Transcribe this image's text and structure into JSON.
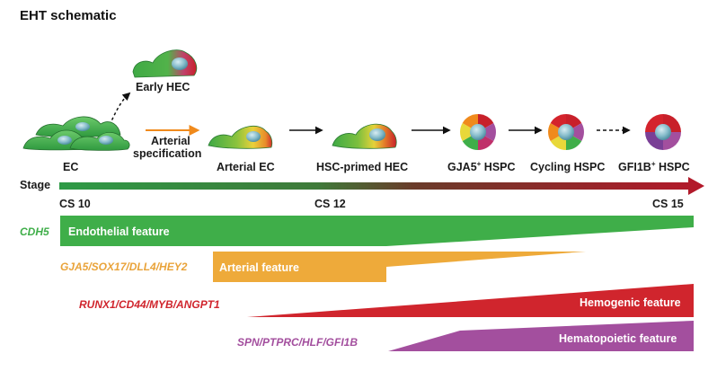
{
  "title": "EHT schematic",
  "stages": {
    "ec": "EC",
    "early_hec": "Early HEC",
    "arterial_spec_line1": "Arterial",
    "arterial_spec_line2": "specification",
    "arterial_ec": "Arterial EC",
    "hsc_primed_hec": "HSC-primed HEC",
    "gja5_hspc_main": "GJA5",
    "gja5_hspc_sup": "+",
    "gja5_hspc_tail": " HSPC",
    "cycling_hspc": "Cycling HSPC",
    "gfi1b_hspc_main": "GFI1B",
    "gfi1b_hspc_sup": "+",
    "gfi1b_hspc_tail": " HSPC"
  },
  "timeline": {
    "label": "Stage",
    "ticks": [
      "CS 10",
      "CS 12",
      "CS 15"
    ]
  },
  "features": [
    {
      "genes": "CDH5",
      "label": "Endothelial feature",
      "color": "#3fae49"
    },
    {
      "genes": "GJA5/SOX17/DLL4/HEY2",
      "label": "Arterial feature",
      "color": "#eeaa3a"
    },
    {
      "genes": "RUNX1/CD44/MYB/ANGPT1",
      "label": "Hemogenic feature",
      "color": "#d0252d"
    },
    {
      "genes": "SPN/PTPRC/HLF/GFI1B",
      "label": "Hematopoietic feature",
      "color": "#a34f9e"
    }
  ],
  "colors": {
    "green": "#3fae49",
    "orange": "#f08a1c",
    "red": "#c8202a",
    "purple": "#a34f9e",
    "yellow": "#e8d83a",
    "nucleus": "#7ab3c4"
  },
  "icons": [
    "ec-cells-icon",
    "early-hec-cell-icon",
    "arterial-ec-cell-icon",
    "hsc-primed-hec-cell-icon",
    "hspc-cell-icon"
  ]
}
